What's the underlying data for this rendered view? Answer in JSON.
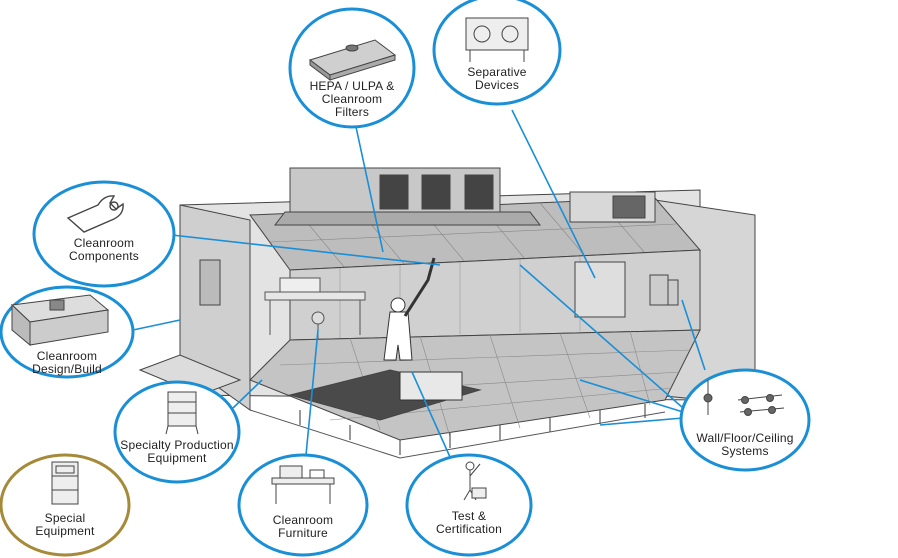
{
  "colors": {
    "callout_blue": "#1a8fd6",
    "special_gold": "#a58a3a",
    "sketch": "#444444",
    "wall": "#d9d9d9",
    "floor": "#bfbfbf"
  },
  "callouts": {
    "hepa": {
      "label": "HEPA / ULPA &\nCleanroom\nFilters",
      "icon": "ceiling-filter-icon"
    },
    "separative": {
      "label": "Separative\nDevices",
      "icon": "glovebox-icon"
    },
    "components": {
      "label": "Cleanroom\nComponents",
      "icon": "wrench-icon"
    },
    "design": {
      "label": "Cleanroom\nDesign/Build",
      "icon": "cleanroom-building-icon"
    },
    "specialty": {
      "label": "Specialty Production\nEquipment",
      "icon": "shelving-unit-icon"
    },
    "special": {
      "label": "Special\nEquipment",
      "icon": "cabinet-icon"
    },
    "furniture": {
      "label": "Cleanroom\nFurniture",
      "icon": "workbench-icon"
    },
    "test": {
      "label": "Test &\nCertification",
      "icon": "technician-icon"
    },
    "systems": {
      "label": "Wall/Floor/Ceiling\nSystems",
      "icon": "panel-fasteners-icon"
    }
  }
}
